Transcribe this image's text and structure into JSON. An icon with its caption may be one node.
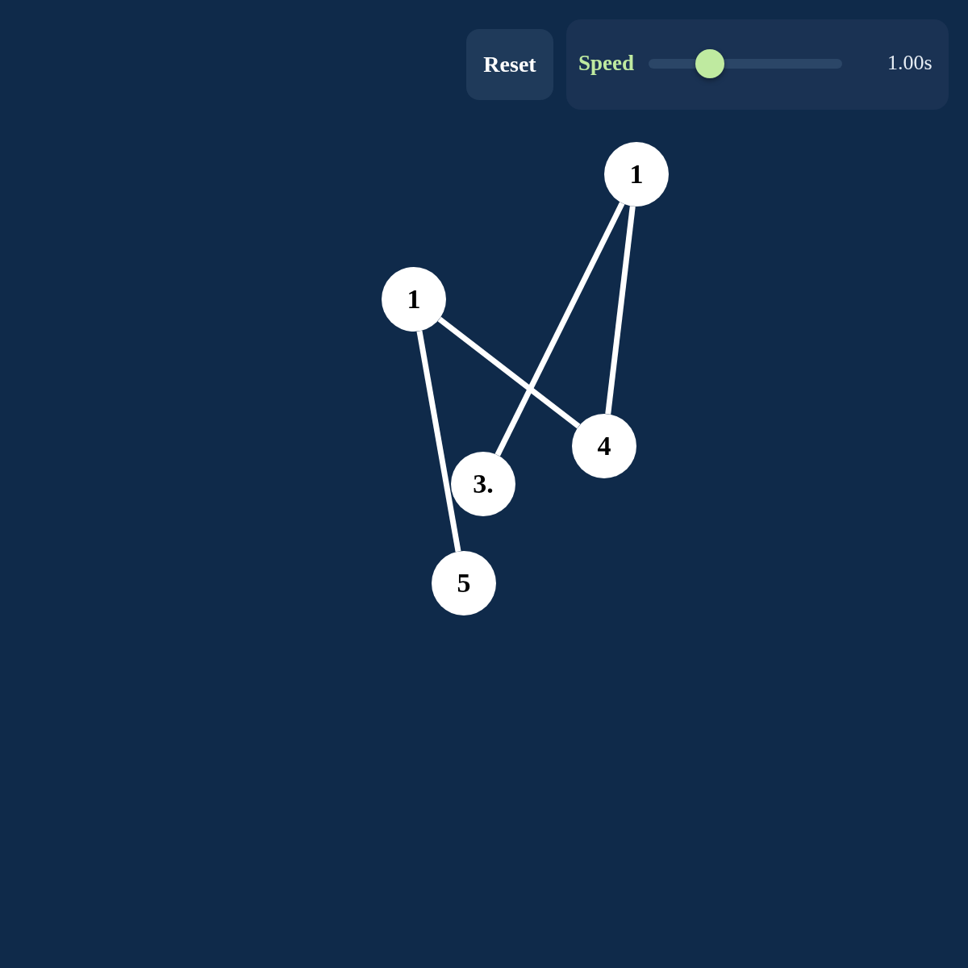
{
  "diagram": {
    "nodes": [
      {
        "text": [
          "1"
        ]
      },
      {
        "text": [
          "1"
        ]
      },
      {
        "text": [
          "4"
        ]
      },
      {
        "text": [
          "3."
        ]
      },
      {
        "text": [
          "5"
        ]
      }
    ],
    "edges": [
      {
        "from": 0,
        "to": 3,
        "arrow": "none"
      },
      {
        "from": 0,
        "to": 2,
        "arrow": "none"
      },
      {
        "from": 1,
        "to": 2,
        "arrow": "none"
      },
      {
        "from": 1,
        "to": 4,
        "arrow": "none"
      }
    ],
    "labels": [
      "Reset",
      "Speed",
      "1.00s"
    ]
  }
}
